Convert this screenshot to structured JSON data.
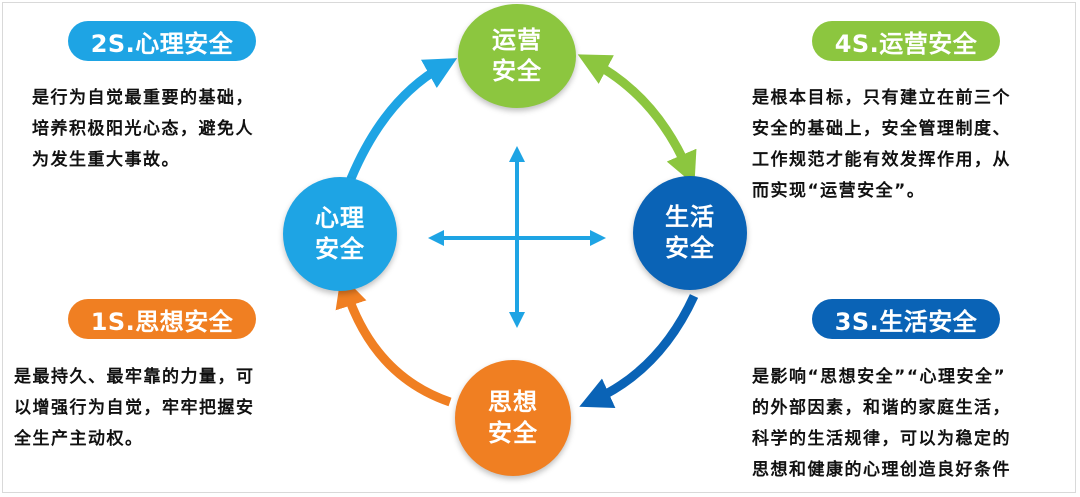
{
  "nodes": {
    "top": {
      "label": "运营安全",
      "color": "#8cc63f"
    },
    "left": {
      "label": "心理安全",
      "color": "#1ea4e4"
    },
    "right": {
      "label": "生活安全",
      "color": "#0a63b6"
    },
    "bottom": {
      "label": "思想安全",
      "color": "#f07f22"
    }
  },
  "sections": {
    "s2": {
      "title": "2S.心理安全",
      "color": "#1ea4e4",
      "lines": [
        "是行为自觉最重要的基础，",
        "培养积极阳光心态，避免人",
        "为发生重大事故。"
      ]
    },
    "s4": {
      "title": "4S.运营安全",
      "color": "#8cc63f",
      "lines": [
        "是根本目标，只有建立在前三个",
        "安全的基础上，安全管理制度、",
        "工作规范才能有效发挥作用，从",
        "而实现“运营安全”。"
      ]
    },
    "s1": {
      "title": "1S.思想安全",
      "color": "#f07f22",
      "lines": [
        "是最持久、最牢靠的力量，可",
        "以增强行为自觉，牢牢把握安",
        "全生产主动权。"
      ]
    },
    "s3": {
      "title": "3S.生活安全",
      "color": "#0a63b6",
      "lines": [
        "是影响“思想安全”“心理安全”",
        "的外部因素，和谐的家庭生活，",
        "科学的生活规律，可以为稳定的",
        "思想和健康的心理创造良好条件"
      ]
    }
  },
  "arrow_colors": {
    "left_to_top": "#1ea4e4",
    "top_right": "#8cc63f",
    "right_to_bottom": "#0a63b6",
    "bottom_to_left": "#f07f22",
    "cross": "#1ea4e4"
  }
}
